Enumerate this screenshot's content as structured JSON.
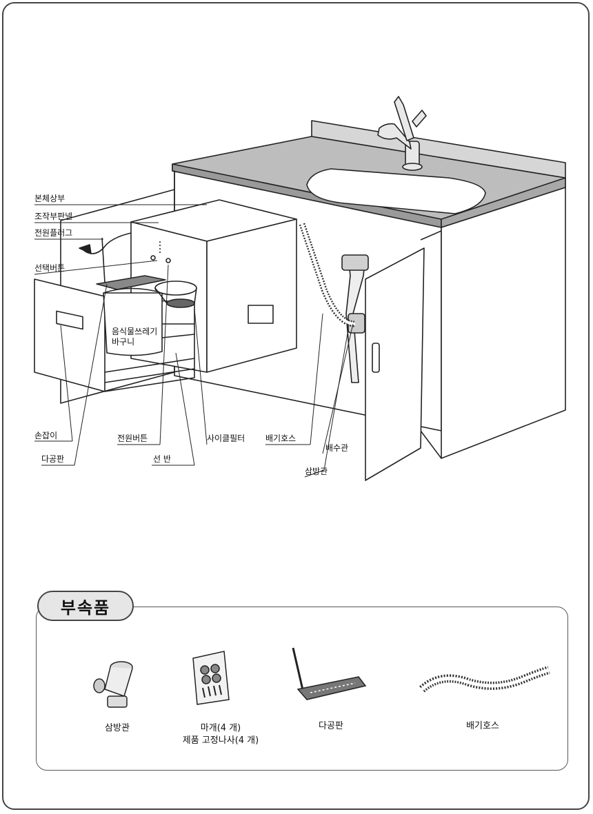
{
  "diagram": {
    "labels": {
      "body_top": "본체상부",
      "control_panel": "조작부판넬",
      "power_plug": "전원플러그",
      "select_button": "선택버튼",
      "food_basket_line1": "음식물쓰레기",
      "food_basket_line2": "바구니",
      "handle": "손잡이",
      "perforated_plate": "다공판",
      "power_button": "전원버튼",
      "shelf": "선 반",
      "cycle_filter": "사이클필터",
      "exhaust_hose": "배기호스",
      "drain_pipe": "배수관",
      "three_way_pipe": "삼방관"
    }
  },
  "accessories": {
    "title": "부속품",
    "items": [
      {
        "label": "삼방관",
        "icon": "three-way-pipe-icon"
      },
      {
        "label": "마개(4 개)",
        "label2": "제품 고정나사(4 개)",
        "icon": "caps-and-screws-icon"
      },
      {
        "label": "다공판",
        "icon": "perforated-plate-icon"
      },
      {
        "label": "배기호스",
        "icon": "exhaust-hose-icon"
      }
    ]
  }
}
